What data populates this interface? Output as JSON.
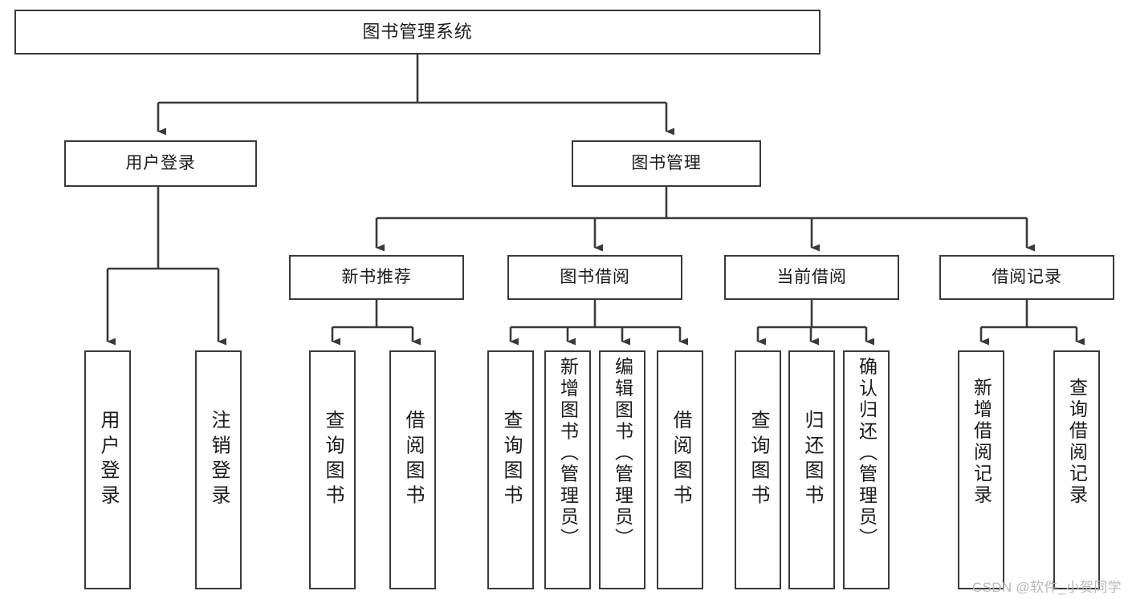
{
  "diagram": {
    "type": "tree-hierarchy-chart",
    "title": "图书管理系统",
    "orientation": "top-down",
    "colors": {
      "box_border": "#3a3a3a",
      "box_fill": "#ffffff",
      "edge": "#3a3a3a",
      "text": "#1b1b1b",
      "watermark": "#b9b9b9",
      "background": "#ffffff"
    },
    "levels": 4
  },
  "root": {
    "label": "图书管理系统"
  },
  "level2": [
    {
      "label": "用户登录"
    },
    {
      "label": "图书管理"
    }
  ],
  "level3": [
    {
      "label": "新书推荐"
    },
    {
      "label": "图书借阅"
    },
    {
      "label": "当前借阅"
    },
    {
      "label": "借阅记录"
    }
  ],
  "leaves": {
    "user_login": [
      {
        "label": "用户登录"
      },
      {
        "label": "注销登录"
      }
    ],
    "new_book_recommend": [
      {
        "label": "查询图书"
      },
      {
        "label": "借阅图书"
      }
    ],
    "book_borrow": [
      {
        "label": "查询图书"
      },
      {
        "label": "新增图书（管理员）"
      },
      {
        "label": "编辑图书（管理员）"
      },
      {
        "label": "借阅图书"
      }
    ],
    "current_borrow": [
      {
        "label": "查询图书"
      },
      {
        "label": "归还图书"
      },
      {
        "label": "确认归还（管理员）"
      }
    ],
    "borrow_record": [
      {
        "label": "新增借阅记录"
      },
      {
        "label": "查询借阅记录"
      }
    ]
  },
  "watermark": {
    "text": "CSDN @软件_小贺同学"
  },
  "chart_data": {
    "type": "table",
    "title": "图书管理系统 功能结构",
    "nodes": [
      {
        "id": "n0",
        "label": "图书管理系统",
        "level": 0,
        "parent": null
      },
      {
        "id": "n1",
        "label": "用户登录",
        "level": 1,
        "parent": "n0"
      },
      {
        "id": "n2",
        "label": "图书管理",
        "level": 1,
        "parent": "n0"
      },
      {
        "id": "n1a",
        "label": "用户登录",
        "level": 2,
        "parent": "n1"
      },
      {
        "id": "n1b",
        "label": "注销登录",
        "level": 2,
        "parent": "n1"
      },
      {
        "id": "n3",
        "label": "新书推荐",
        "level": 2,
        "parent": "n2"
      },
      {
        "id": "n4",
        "label": "图书借阅",
        "level": 2,
        "parent": "n2"
      },
      {
        "id": "n5",
        "label": "当前借阅",
        "level": 2,
        "parent": "n2"
      },
      {
        "id": "n6",
        "label": "借阅记录",
        "level": 2,
        "parent": "n2"
      },
      {
        "id": "n3a",
        "label": "查询图书",
        "level": 3,
        "parent": "n3"
      },
      {
        "id": "n3b",
        "label": "借阅图书",
        "level": 3,
        "parent": "n3"
      },
      {
        "id": "n4a",
        "label": "查询图书",
        "level": 3,
        "parent": "n4"
      },
      {
        "id": "n4b",
        "label": "新增图书（管理员）",
        "level": 3,
        "parent": "n4"
      },
      {
        "id": "n4c",
        "label": "编辑图书（管理员）",
        "level": 3,
        "parent": "n4"
      },
      {
        "id": "n4d",
        "label": "借阅图书",
        "level": 3,
        "parent": "n4"
      },
      {
        "id": "n5a",
        "label": "查询图书",
        "level": 3,
        "parent": "n5"
      },
      {
        "id": "n5b",
        "label": "归还图书",
        "level": 3,
        "parent": "n5"
      },
      {
        "id": "n5c",
        "label": "确认归还（管理员）",
        "level": 3,
        "parent": "n5"
      },
      {
        "id": "n6a",
        "label": "新增借阅记录",
        "level": 3,
        "parent": "n6"
      },
      {
        "id": "n6b",
        "label": "查询借阅记录",
        "level": 3,
        "parent": "n6"
      }
    ]
  }
}
